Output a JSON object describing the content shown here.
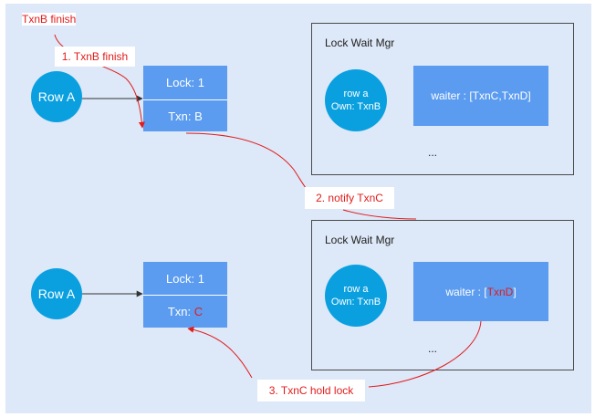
{
  "txnb_finish_label": "TxnB finish",
  "upper": {
    "row": "Row A",
    "lock": "Lock: 1",
    "txn_prefix": "Txn: ",
    "txn_value": "B",
    "manager": {
      "title": "Lock Wait Mgr",
      "row_owner": "row a\nOwn: TxnB",
      "waiter_prefix": "waiter : ",
      "waiter_value": "[TxnC,TxnD]",
      "ellipsis": "..."
    }
  },
  "lower": {
    "row": "Row A",
    "lock": "Lock: 1",
    "txn_prefix": "Txn: ",
    "txn_value": "C",
    "manager": {
      "title": "Lock Wait Mgr",
      "row_owner": "row a\nOwn: TxnB",
      "waiter_prefix": "waiter : [",
      "waiter_value": "TxnD",
      "waiter_suffix": "]",
      "ellipsis": "..."
    }
  },
  "steps": [
    {
      "label": "1. TxnB finish"
    },
    {
      "label": "2. notify TxnC"
    },
    {
      "label": "3. TxnC hold lock"
    }
  ],
  "colors": {
    "background": "#dde8f8",
    "circle": "#0aa0e0",
    "box": "#5b9cf0",
    "accent_red": "#e31b1b"
  }
}
